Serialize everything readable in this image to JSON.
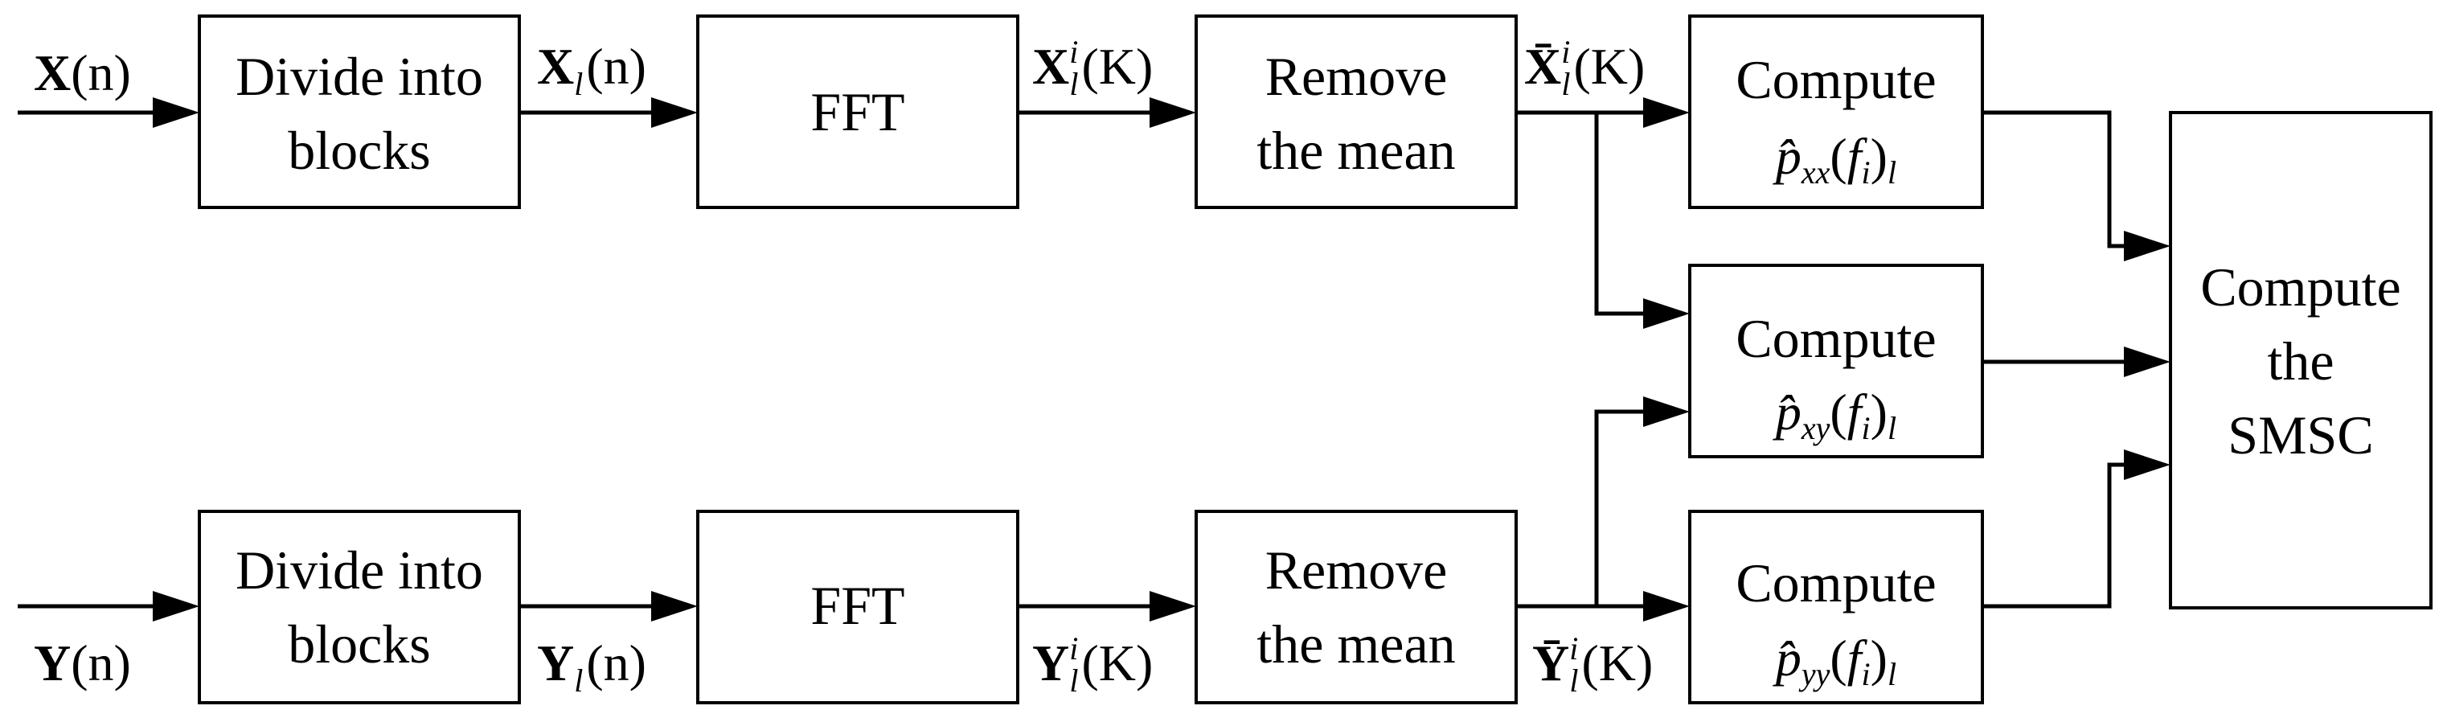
{
  "blocks": {
    "divide_x": [
      "Divide into",
      "blocks"
    ],
    "fft_x": "FFT",
    "remove_x": [
      "Remove",
      "the mean"
    ],
    "compute_xx": "Compute",
    "compute_xy": "Compute",
    "compute_yy": "Compute",
    "divide_y": [
      "Divide into",
      "blocks"
    ],
    "fft_y": "FFT",
    "remove_y": [
      "Remove",
      "the mean"
    ],
    "smsc": [
      "Compute",
      "the",
      "SMSC"
    ]
  },
  "signals": {
    "x_input": {
      "base": "X",
      "arg": "(n)"
    },
    "x_block": {
      "base": "X",
      "sub": "l",
      "arg": "(n)"
    },
    "x_fft": {
      "base": "X",
      "sub": "l",
      "sup": "i",
      "arg": "(K)"
    },
    "x_centered": {
      "base": "X̄",
      "sub": "l",
      "sup": "i",
      "arg": "(K)"
    },
    "y_input": {
      "base": "Y",
      "arg": "(n)"
    },
    "y_block": {
      "base": "Y",
      "sub": "l",
      "arg": "(n)"
    },
    "y_fft": {
      "base": "Y",
      "sub": "l",
      "sup": "i",
      "arg": "(K)"
    },
    "y_centered": {
      "base": "Ȳ",
      "sub": "l",
      "sup": "i",
      "arg": "(K)"
    }
  },
  "estimates": {
    "pxx": {
      "hat": "p̂",
      "sub": "xx",
      "open": "(",
      "f": "f",
      "fsub": "i",
      "close": ")",
      "tail": "l"
    },
    "pxy": {
      "hat": "p̂",
      "sub": "xy",
      "open": "(",
      "f": "f",
      "fsub": "i",
      "close": ")",
      "tail": "l"
    },
    "pyy": {
      "hat": "p̂",
      "sub": "yy",
      "open": "(",
      "f": "f",
      "fsub": "i",
      "close": ")",
      "tail": "l"
    }
  }
}
